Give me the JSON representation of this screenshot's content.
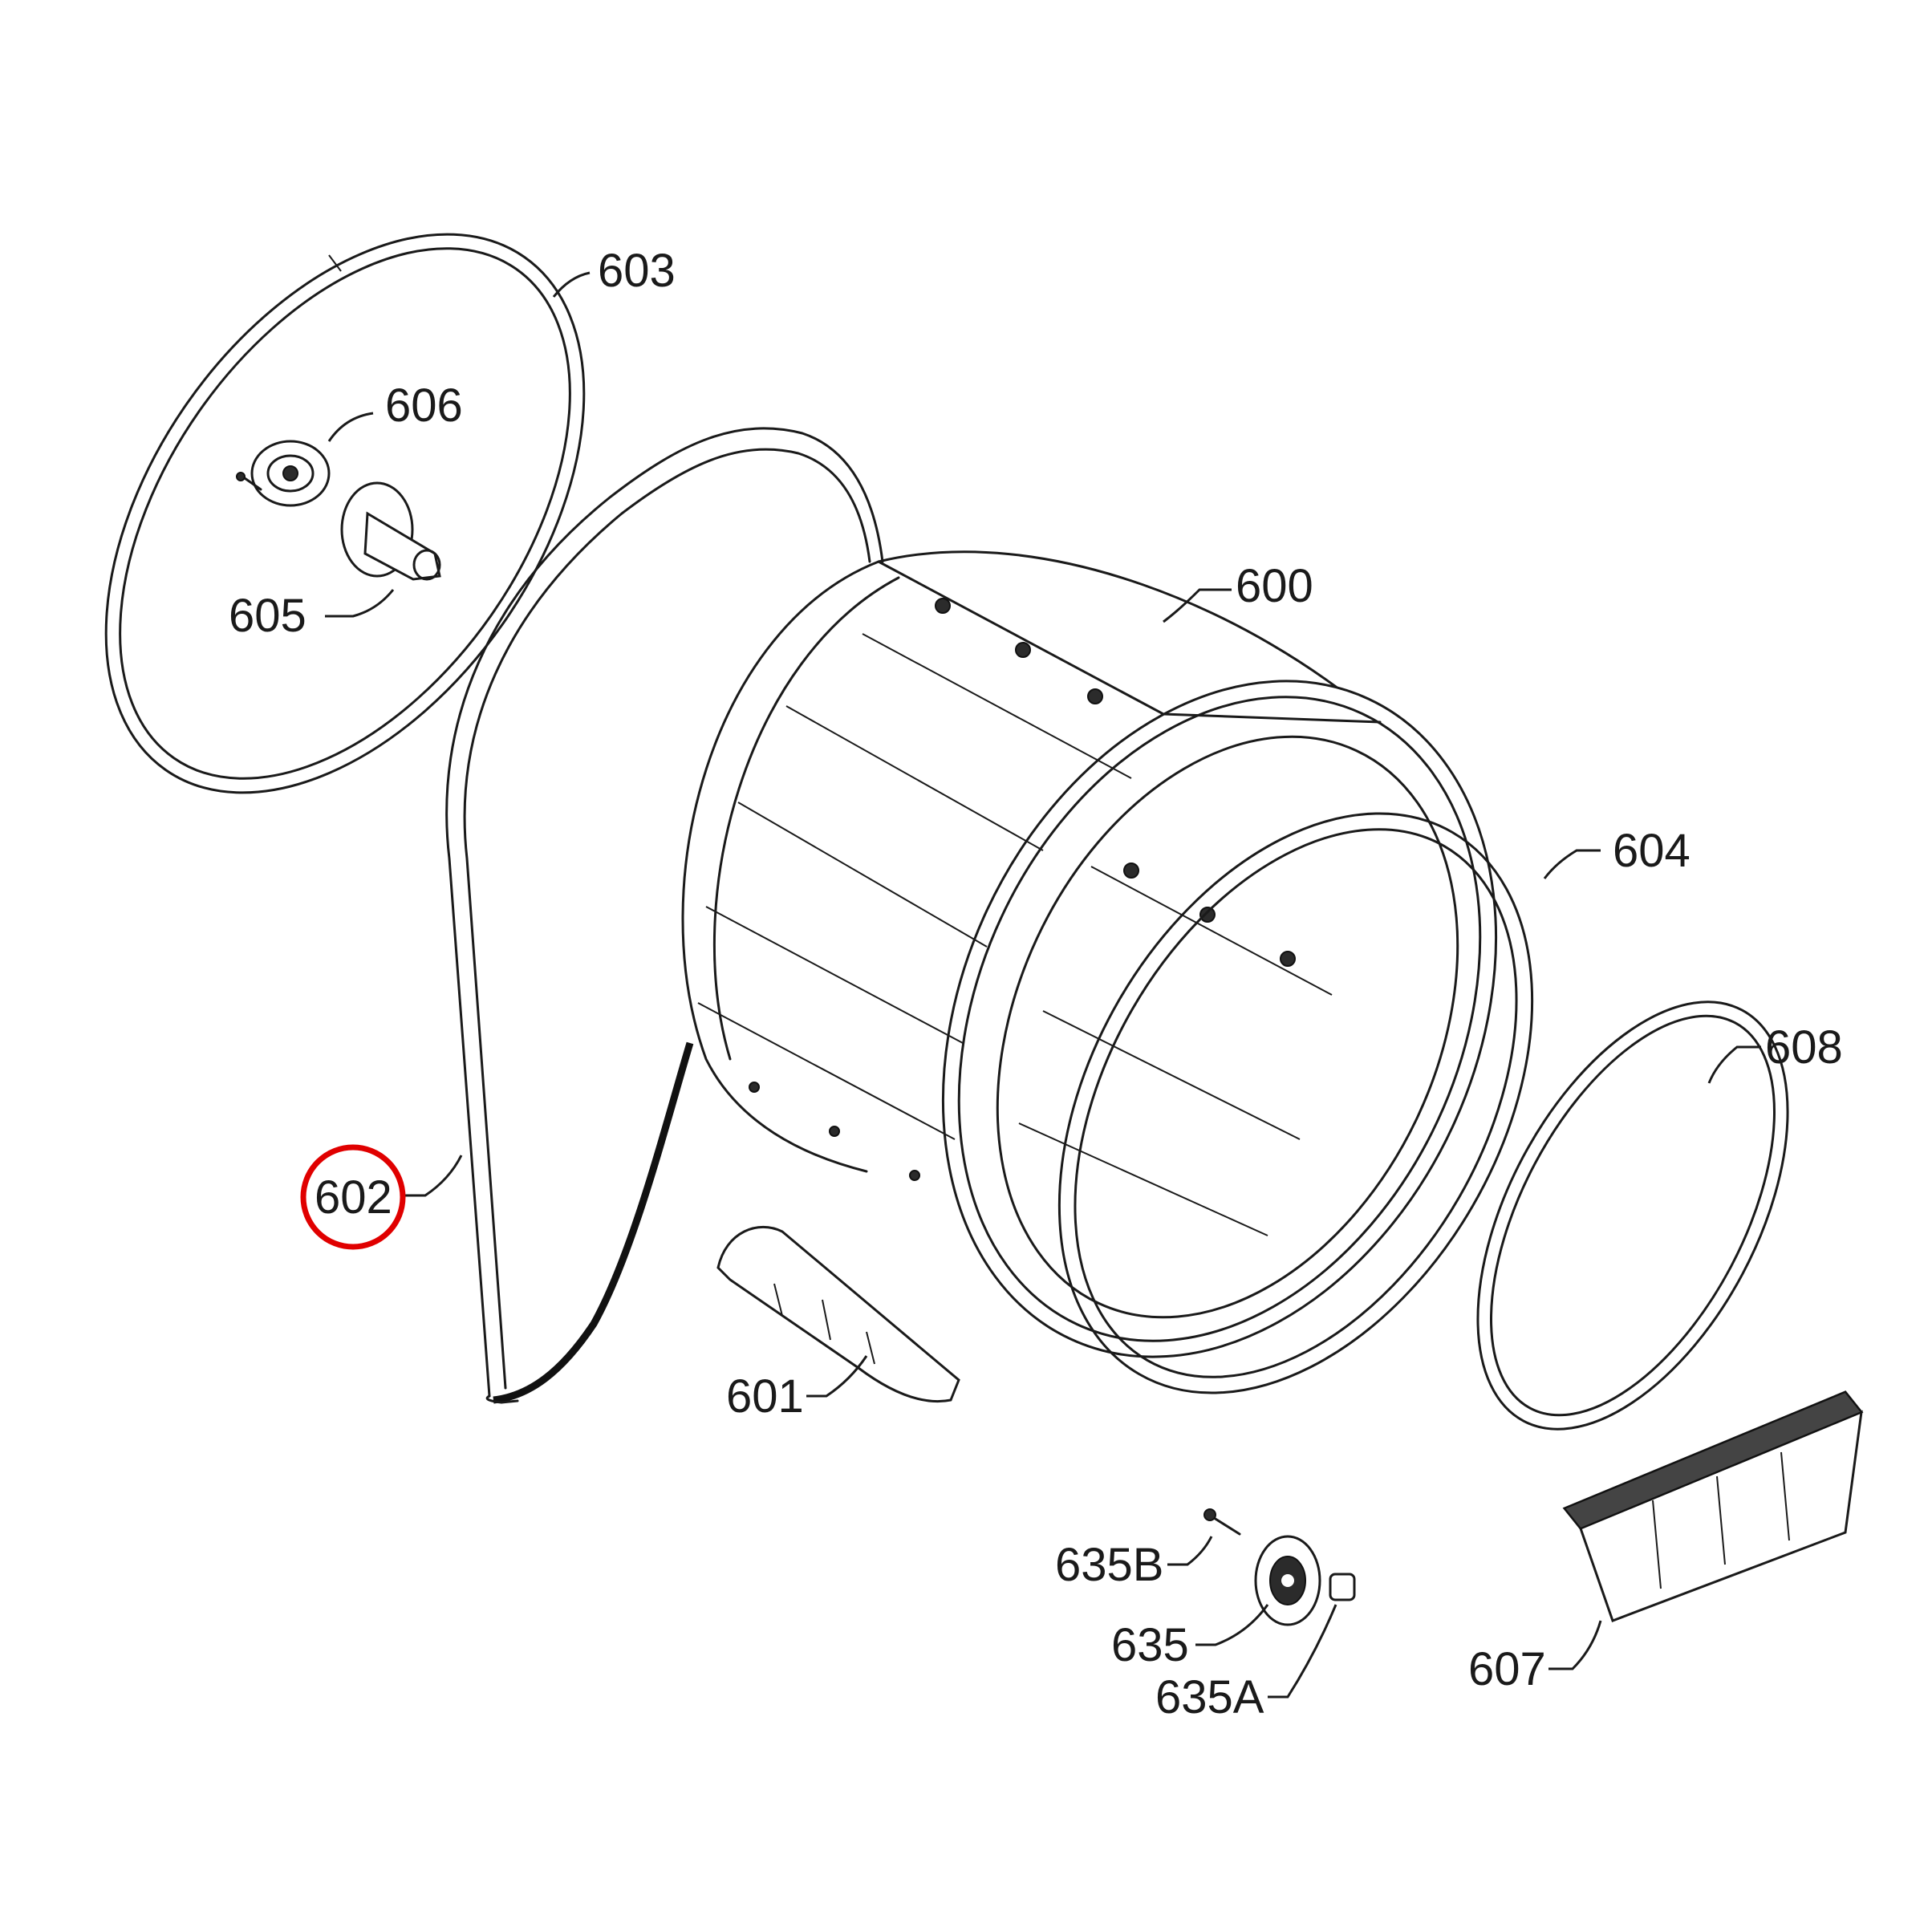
{
  "callouts": {
    "p600": "600",
    "p601": "601",
    "p602": "602",
    "p603": "603",
    "p604": "604",
    "p605": "605",
    "p606": "606",
    "p607": "607",
    "p608": "608",
    "p635": "635",
    "p635a": "635A",
    "p635b": "635B"
  },
  "highlight": {
    "target": "602",
    "color": "#e00000"
  }
}
